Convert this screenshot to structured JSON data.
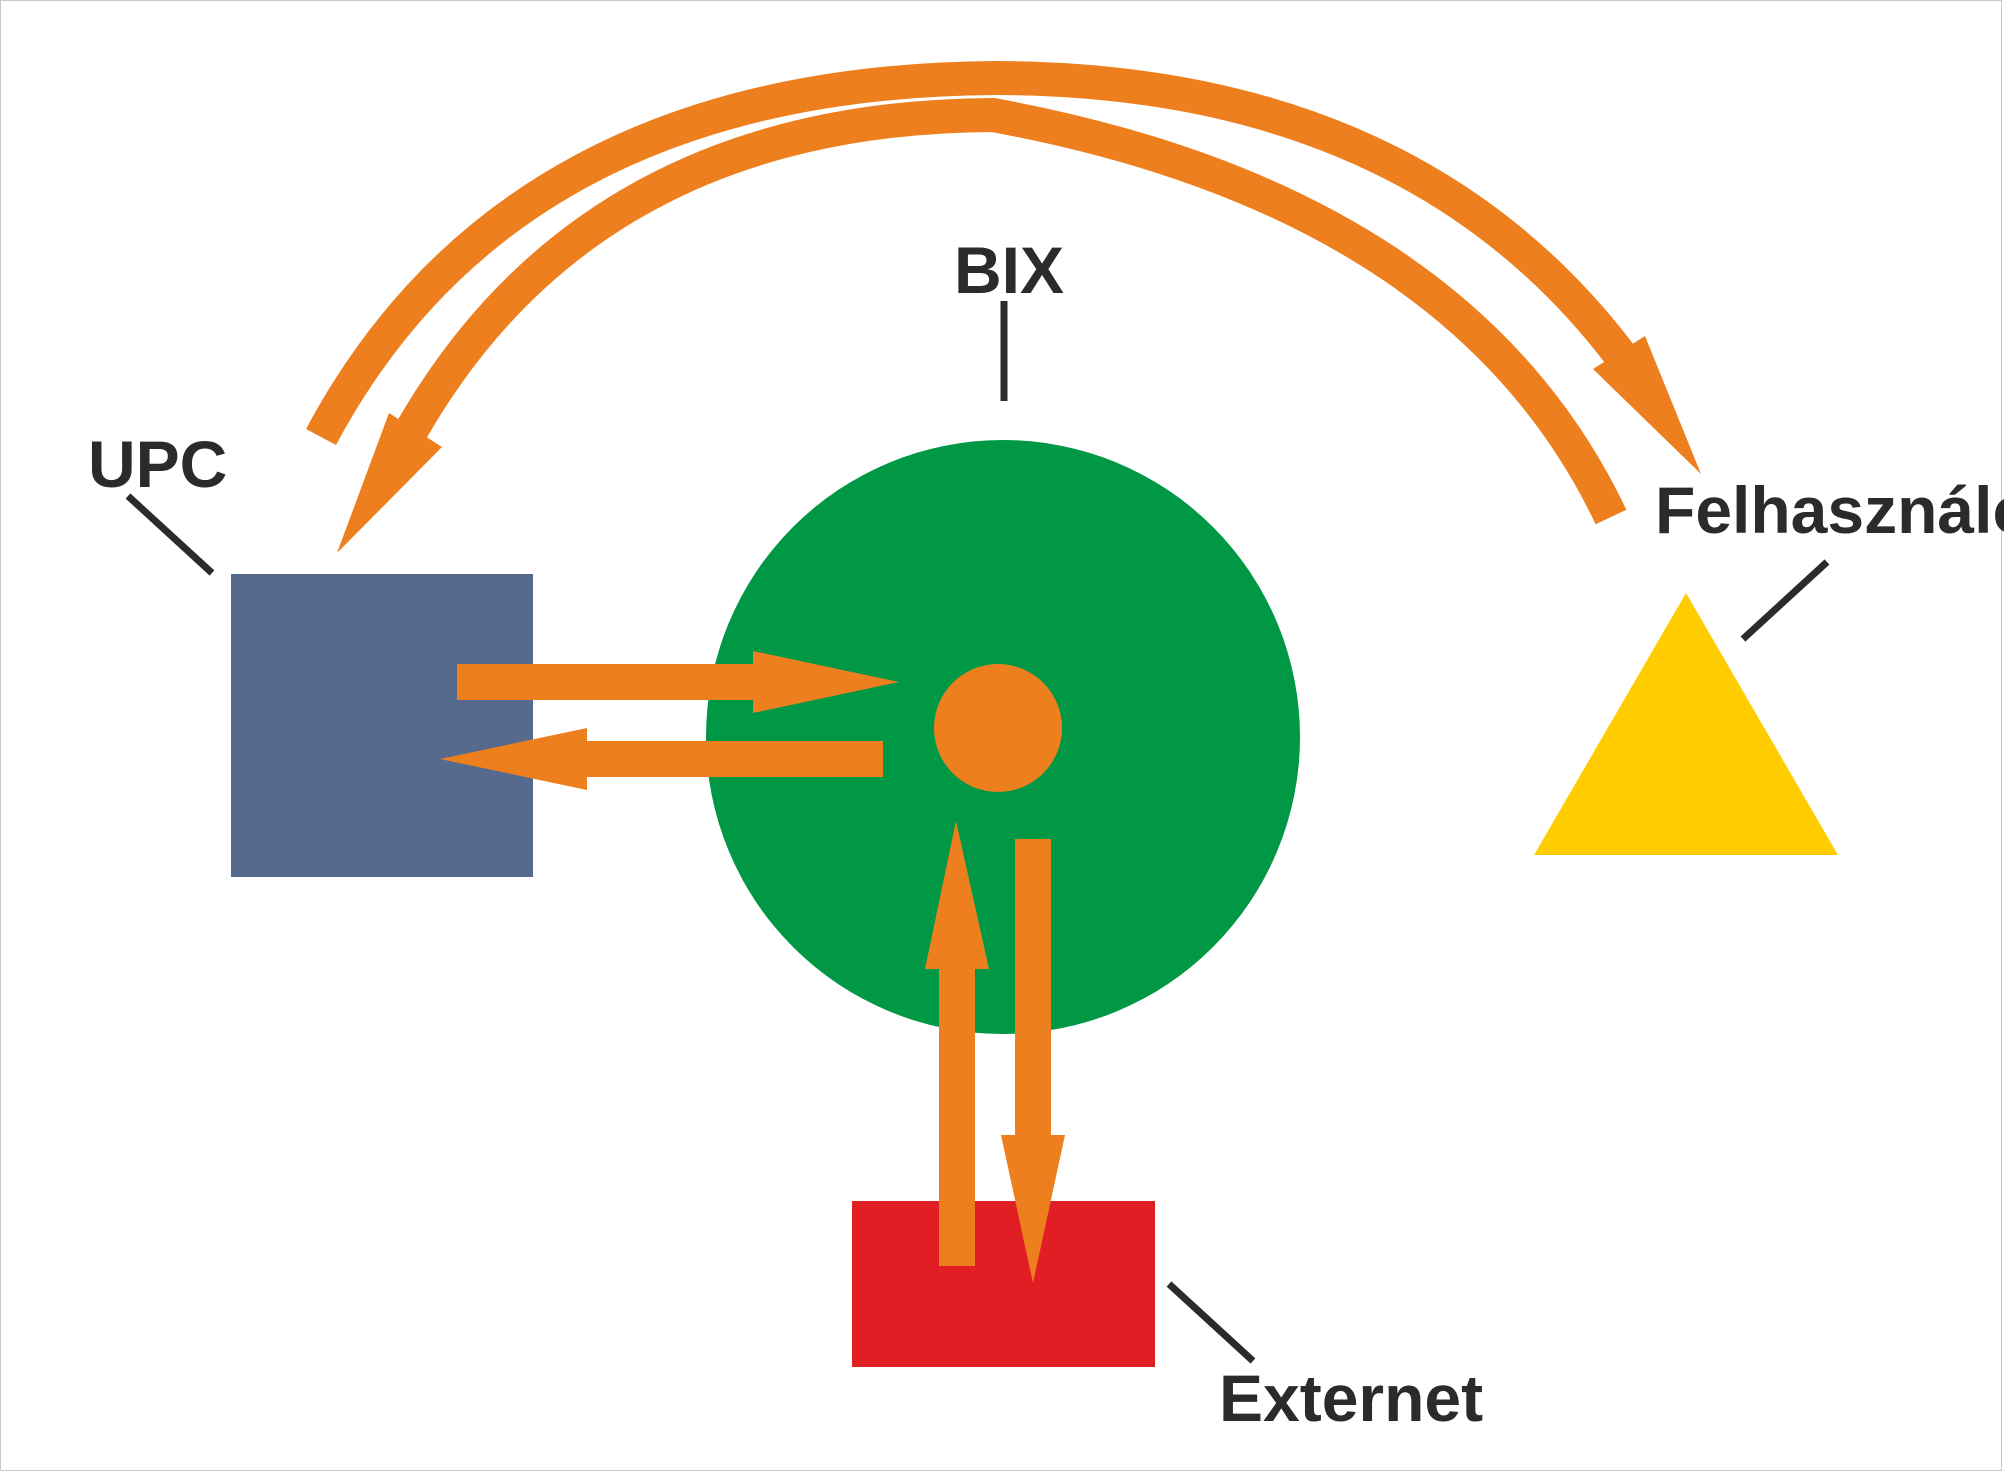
{
  "labels": {
    "upc": "UPC",
    "bix": "BIX",
    "user": "Felhasználó",
    "externet": "Externet"
  },
  "colors": {
    "upc_box": "#566A8D",
    "bix_circle": "#009845",
    "bix_core": "#EE7F1E",
    "user_triangle": "#FFCC00",
    "externet_box": "#E21E25",
    "arrow": "#EE7F1E",
    "leader_line": "#2b2b2b"
  }
}
